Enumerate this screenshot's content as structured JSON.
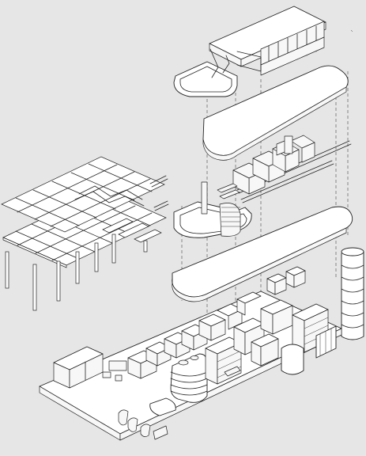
{
  "diagram": {
    "kind": "exploded-axonometric-drawing",
    "colors": {
      "background": "#e6e6e6",
      "line": "#222222",
      "fill": "#ffffff"
    },
    "components": [
      "roof-pavilion",
      "upper-slab",
      "mezzanine-layer",
      "middle-slab",
      "ground-floor",
      "structural-frame",
      "cylindrical-tower"
    ]
  }
}
